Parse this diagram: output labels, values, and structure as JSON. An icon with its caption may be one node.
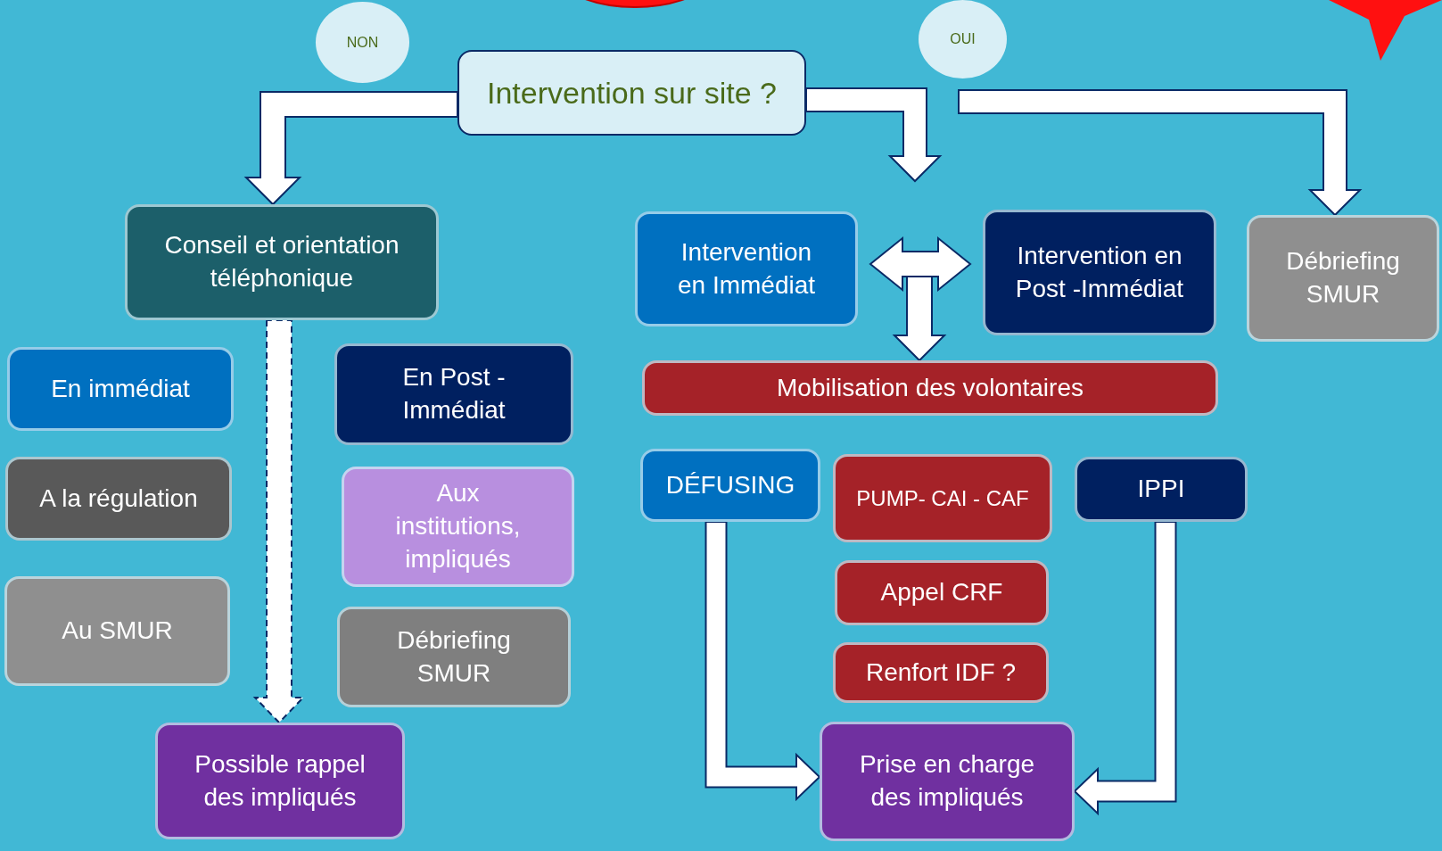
{
  "diagram": {
    "nodes": [
      {
        "text": [
          "NON"
        ]
      },
      {
        "text": [
          "OUI"
        ]
      },
      {
        "text": [
          "Intervention sur site ?"
        ]
      },
      {
        "text": [
          "Conseil et orientation téléphonique"
        ]
      },
      {
        "text": [
          "En immédiat"
        ]
      },
      {
        "text": [
          "A la régulation"
        ]
      },
      {
        "text": [
          "Au SMUR"
        ]
      },
      {
        "text": [
          "En Post - Immédiat"
        ]
      },
      {
        "text": [
          "Aux institutions, impliqués"
        ]
      },
      {
        "text": [
          "Débriefing SMUR"
        ]
      },
      {
        "text": [
          "Possible rappel des impliqués"
        ]
      },
      {
        "text": [
          "Intervention en Immédiat"
        ]
      },
      {
        "text": [
          "Intervention en Post -Immédiat"
        ]
      },
      {
        "text": [
          "Débriefing SMUR"
        ]
      },
      {
        "text": [
          "Mobilisation des volontaires"
        ]
      },
      {
        "text": [
          "DÉFUSING"
        ]
      },
      {
        "text": [
          "PUMP- CAI - CAF"
        ]
      },
      {
        "text": [
          "Appel  CRF"
        ]
      },
      {
        "text": [
          "Renfort IDF ?"
        ]
      },
      {
        "text": [
          "IPPI"
        ]
      },
      {
        "text": [
          "Prise en charge des impliqués"
        ]
      },
      {
        "text": [],
        "shape": "star"
      }
    ],
    "edges": [
      {
        "from": 2,
        "to": 3,
        "arrow": "to"
      },
      {
        "from": 2,
        "to": null,
        "arrow": "to"
      },
      {
        "from": null,
        "to": 13,
        "arrow": "to"
      },
      {
        "from": 11,
        "to": 12,
        "arrow": "both"
      },
      {
        "from": null,
        "to": 14,
        "arrow": "to"
      },
      {
        "from": 3,
        "to": 10,
        "arrow": "to",
        "style": "dashed"
      },
      {
        "from": 15,
        "to": 20,
        "arrow": "to"
      },
      {
        "from": 19,
        "to": 20,
        "arrow": "to"
      }
    ]
  }
}
